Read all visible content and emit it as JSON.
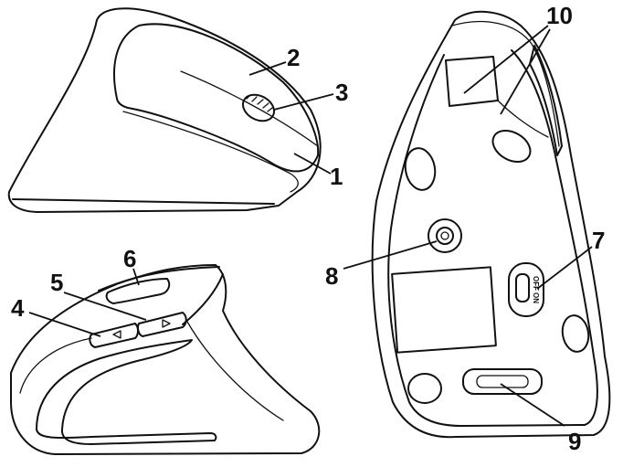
{
  "callouts": {
    "c1": "1",
    "c2": "2",
    "c3": "3",
    "c4": "4",
    "c5": "5",
    "c6": "6",
    "c7": "7",
    "c8": "8",
    "c9": "9",
    "c10": "10"
  },
  "switch_labels": {
    "off": "OFF",
    "on": "ON"
  },
  "icons": {
    "back_button": "triangle-left-icon",
    "forward_button": "triangle-right-icon"
  },
  "colors": {
    "line": "#111111",
    "background": "#ffffff"
  }
}
